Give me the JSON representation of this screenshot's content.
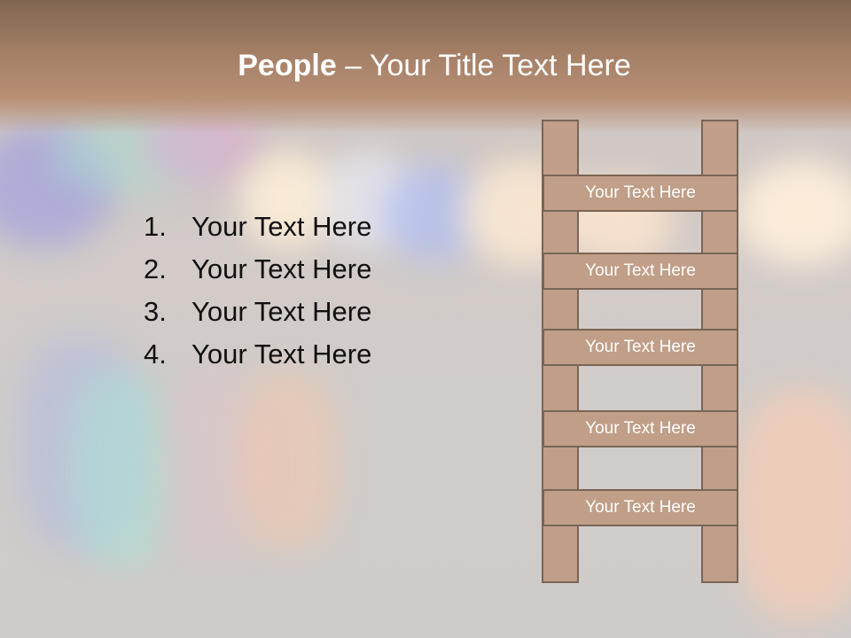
{
  "slide": {
    "title_bold": "People",
    "title_rest": " – Your Title Text Here",
    "list": [
      {
        "num": "1.",
        "text": "Your Text Here"
      },
      {
        "num": "2.",
        "text": "Your Text Here"
      },
      {
        "num": "3.",
        "text": "Your Text Here"
      },
      {
        "num": "4.",
        "text": "Your Text Here"
      }
    ],
    "rungs": [
      "Your Text Here",
      "Your Text Here",
      "Your Text Here",
      "Your Text Here",
      "Your Text Here"
    ]
  },
  "colors": {
    "title_band": "#a47f66",
    "ladder_fill": "#c09e87",
    "ladder_border": "#7a6555"
  }
}
